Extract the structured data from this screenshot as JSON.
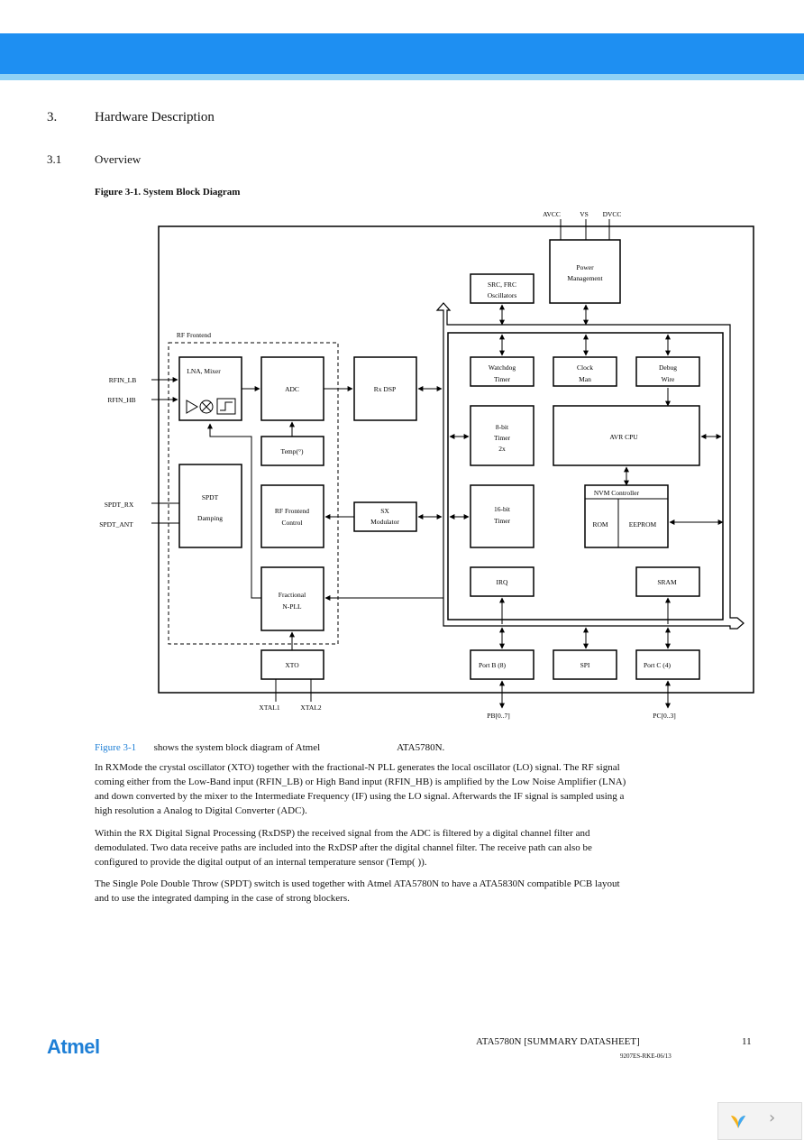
{
  "section": {
    "number": "3.",
    "title": "Hardware Description"
  },
  "subsection": {
    "number": "3.1",
    "title": "Overview"
  },
  "figure": {
    "caption": "Figure 3-1. System Block Diagram",
    "labels": {
      "avcc": "AVCC",
      "vs": "VS",
      "dvcc": "DVCC",
      "power": [
        "Power",
        "Management"
      ],
      "src": [
        "SRC, FRC",
        "Oscillators"
      ],
      "rf_frontend": "RF Frontend",
      "lna": "LNA, Mixer",
      "adc": "ADC",
      "rxdsp": "Rx DSP",
      "temp": "Temp(°)",
      "spdt": [
        "SPDT",
        "Damping"
      ],
      "rf_control": [
        "RF Frontend",
        "Control"
      ],
      "sx": [
        "SX",
        "Modulator"
      ],
      "pll": [
        "Fractional",
        "N-PLL"
      ],
      "xto": "XTO",
      "watchdog": [
        "Watchdog",
        "Timer"
      ],
      "clock": [
        "Clock",
        "Man"
      ],
      "debug": [
        "Debug",
        "Wire"
      ],
      "timer8": [
        "8-bit",
        "Timer",
        "2x"
      ],
      "avr": "AVR CPU",
      "timer16": [
        "16-bit",
        "Timer"
      ],
      "nvm": "NVM Controller",
      "rom": "ROM",
      "eeprom": "EEPROM",
      "irq": "IRQ",
      "sram": "SRAM",
      "portb": "Port B (8)",
      "spi": "SPI",
      "portc": "Port C (4)",
      "rfin_lb": "RFIN_LB",
      "rfin_hb": "RFIN_HB",
      "spdt_rx": "SPDT_RX",
      "spdt_ant": "SPDT_ANT",
      "xtal1": "XTAL1",
      "xtal2": "XTAL2",
      "pb": "PB[0..7]",
      "pc": "PC[0..3]"
    }
  },
  "body": {
    "p1_ref": "Figure 3-1",
    "p1_text": "shows the system block diagram of Atmel",
    "p1_end": "ATA5780N.",
    "p2": "In RXMode the crystal oscillator (XTO) together with the fractional-N PLL generates the local oscillator (LO) signal. The RF signal coming either from the Low-Band input (RFIN_LB) or High Band input (RFIN_HB) is amplified by the Low Noise Amplifier (LNA) and down converted by the mixer to the Intermediate Frequency (IF) using the LO signal. Afterwards the IF signal is sampled using a high resolution a Analog to Digital Converter (ADC).",
    "p3": "Within the RX Digital Signal Processing (RxDSP) the received signal from the ADC is filtered by a digital channel filter and demodulated. Two data receive paths are included into the RxDSP after the digital channel filter. The receive path can also be configured to provide the digital output of an internal temperature sensor (Temp( )).",
    "p4": "The Single Pole Double Throw (SPDT) switch is used together with Atmel ATA5780N to have a ATA5830N compatible PCB layout and to use the integrated damping in the case of strong blockers."
  },
  "footer": {
    "logo": "Atmel",
    "title": "ATA5780N [SUMMARY DATASHEET]",
    "page": "11",
    "doc": "9207ES-RKE-06/13"
  },
  "colors": {
    "brand_blue": "#1e8ff2",
    "brand_light": "#8fd1f5",
    "link": "#1e7fd6"
  }
}
